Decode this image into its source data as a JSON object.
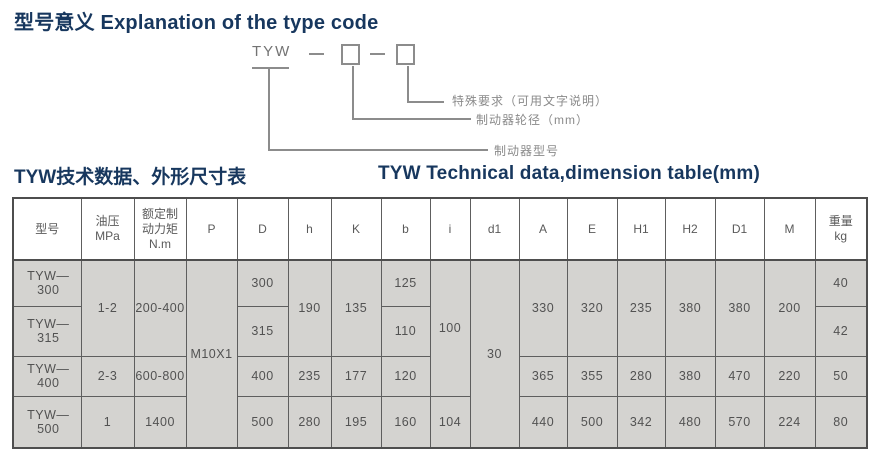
{
  "header": {
    "title": "型号意义 Explanation of the type code"
  },
  "diagram": {
    "code": "TYW",
    "labels": {
      "special_requirement": "特殊要求（可用文字说明）",
      "wheel_diameter": "制动器轮径（mm）",
      "brake_model": "制动器型号"
    }
  },
  "section": {
    "title_zh": "TYW技术数据、外形尺寸表",
    "title_en": "TYW Technical data,dimension table(mm)"
  },
  "table": {
    "headers": [
      "型号",
      "油压\nMPa",
      "额定制\n动力矩\nN.m",
      "P",
      "D",
      "h",
      "K",
      "b",
      "i",
      "d1",
      "A",
      "E",
      "H1",
      "H2",
      "D1",
      "M",
      "重量\nkg"
    ],
    "rows": [
      {
        "model": "TYW—300",
        "oil": "1-2",
        "torque": "200-400",
        "P": "M10X1",
        "D": "300",
        "h": "190",
        "K": "135",
        "b": "125",
        "i": "100",
        "d1": "30",
        "A": "330",
        "E": "320",
        "H1": "235",
        "H2": "380",
        "D1": "380",
        "M": "200",
        "kg": "40"
      },
      {
        "model": "TYW—315",
        "D": "315",
        "b": "110",
        "kg": "42"
      },
      {
        "model": "TYW—400",
        "oil": "2-3",
        "torque": "600-800",
        "D": "400",
        "h": "235",
        "K": "177",
        "b": "120",
        "A": "365",
        "E": "355",
        "H1": "280",
        "H2": "380",
        "D1": "470",
        "M": "220",
        "kg": "50"
      },
      {
        "model": "TYW—500",
        "oil": "1",
        "torque": "1400",
        "D": "500",
        "h": "280",
        "K": "195",
        "b": "160",
        "i": "104",
        "A": "440",
        "E": "500",
        "H1": "342",
        "H2": "480",
        "D1": "570",
        "M": "224",
        "kg": "80"
      }
    ]
  },
  "colors": {
    "title_navy": "#17375e",
    "cell_gray": "#d4d3d0",
    "diagram_gray": "#8c8c8c"
  }
}
